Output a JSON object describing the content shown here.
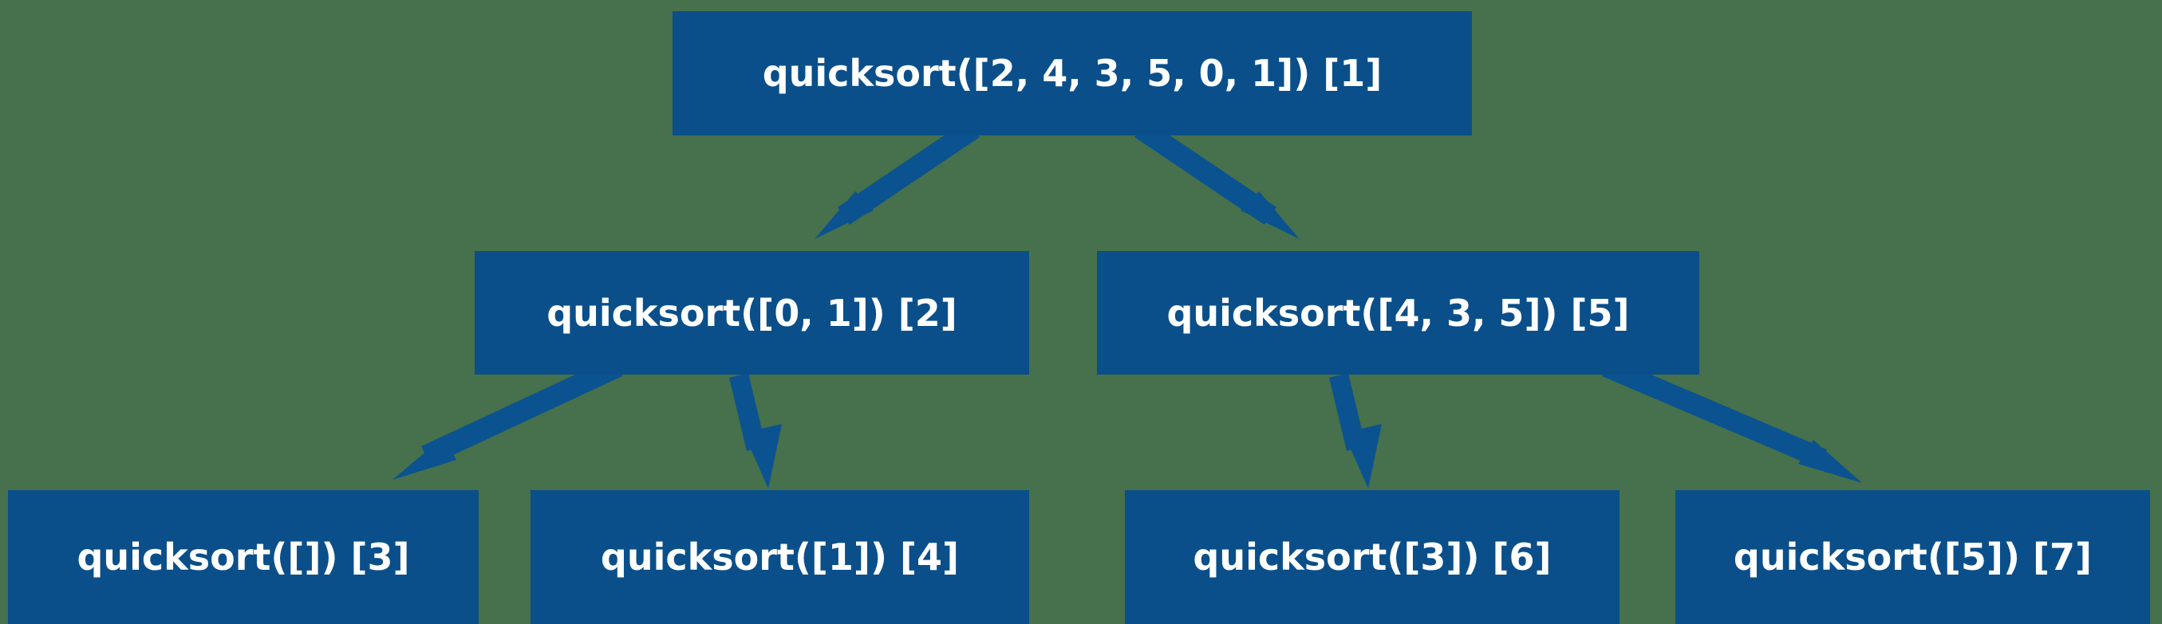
{
  "diagram": {
    "title": "quicksort recursion tree",
    "type": "tree",
    "background_color": "#47704c",
    "node_fill_color": "#0a4f8a",
    "node_text_color": "#ffffff",
    "edge_color": "#0a5390",
    "nodes": [
      {
        "id": "1",
        "label": "quicksort([2, 4, 3, 5, 0, 1]) [1]",
        "call": "quicksort([2, 4, 3, 5, 0, 1])",
        "order": "[1]",
        "row": 1
      },
      {
        "id": "2",
        "label": "quicksort([0, 1]) [2]",
        "call": "quicksort([0, 1])",
        "order": "[2]",
        "row": 2
      },
      {
        "id": "5",
        "label": "quicksort([4, 3, 5]) [5]",
        "call": "quicksort([4, 3, 5])",
        "order": "[5]",
        "row": 2
      },
      {
        "id": "3",
        "label": "quicksort([]) [3]",
        "call": "quicksort([])",
        "order": "[3]",
        "row": 3
      },
      {
        "id": "4",
        "label": "quicksort([1]) [4]",
        "call": "quicksort([1])",
        "order": "[4]",
        "row": 3
      },
      {
        "id": "6",
        "label": "quicksort([3]) [6]",
        "call": "quicksort([3])",
        "order": "[6]",
        "row": 3
      },
      {
        "id": "7",
        "label": "quicksort([5]) [7]",
        "call": "quicksort([5])",
        "order": "[7]",
        "row": 3
      }
    ],
    "edges": [
      {
        "from": "1",
        "to": "2"
      },
      {
        "from": "1",
        "to": "5"
      },
      {
        "from": "2",
        "to": "3"
      },
      {
        "from": "2",
        "to": "4"
      },
      {
        "from": "5",
        "to": "6"
      },
      {
        "from": "5",
        "to": "7"
      }
    ]
  }
}
